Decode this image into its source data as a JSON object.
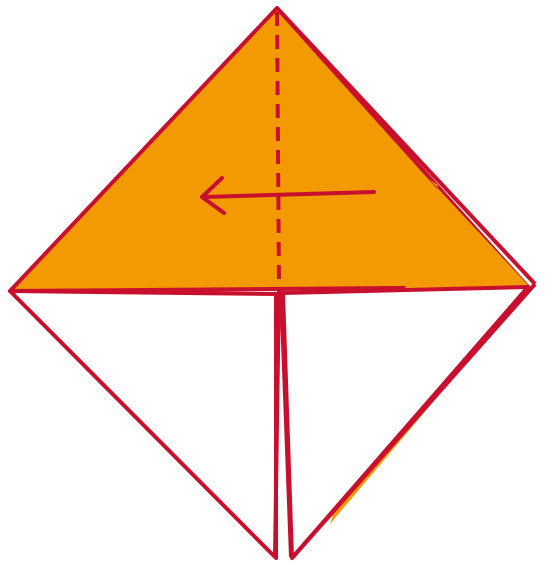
{
  "diagram": {
    "kind": "origami-fold-step",
    "fold_direction": "left",
    "fold_line": "dashed-vertical-center",
    "colors": {
      "paper_colored_side": "#F29A00",
      "paper_white_side": "#FFFFFF",
      "line_color": "#C8102E"
    }
  }
}
